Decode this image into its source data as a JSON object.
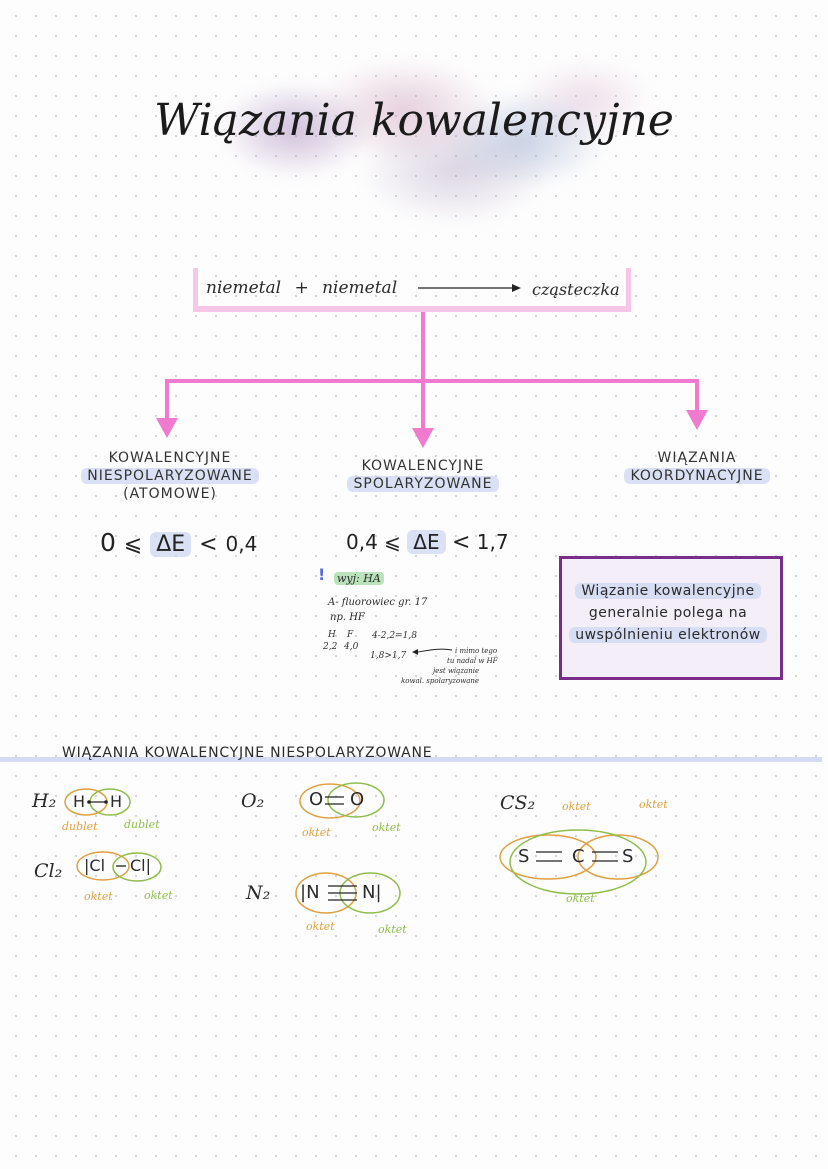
{
  "title": "Wiązania kowalencyjne",
  "header_bar": {
    "reactant1": "niemetal",
    "plus": "+",
    "reactant2": "niemetal",
    "product": "cząsteczka"
  },
  "branches": {
    "left": {
      "line1": "KOWALENCYJNE",
      "line2": "NIESPOLARYZOWANE",
      "line3": "(ATOMOWE)",
      "range_left": "0",
      "range_sym": "ΔE",
      "range_right": "0,4"
    },
    "middle": {
      "line1": "KOWALENCYJNE",
      "line2": "SPOLARYZOWANE",
      "range_left": "0,4",
      "range_sym": "ΔE",
      "range_right": "1,7"
    },
    "right": {
      "line1": "WIĄZANIA",
      "line2": "KOORDYNACYJNE"
    }
  },
  "exception_note": {
    "mark": "!",
    "label": "wyj: HA",
    "line1": "A- fluorowiec gr. 17",
    "line2": "np. HF",
    "h": "H",
    "f": "F",
    "h_val": "2,2",
    "f_val": "4,0",
    "calc1": "4-2,2=1,8",
    "calc2": "1,8>1,7",
    "side1": "i mimo tego",
    "side2": "tu nadal w HF",
    "side3": "jest wiązanie",
    "side4": "kowal. spolaryzowane"
  },
  "definition_box": {
    "line1": "Wiązanie kowalencyjne",
    "line2": "generalnie polega na",
    "line3": "uwspólnieniu elektronów"
  },
  "section_title": "WIĄZANIA KOWALENCYJNE NIESPOLARYZOWANE",
  "molecules": {
    "h2": {
      "formula": "H₂",
      "left": "H",
      "right": "H",
      "label_left": "dublet",
      "label_right": "dublet"
    },
    "cl2": {
      "formula": "Cl₂",
      "left": "|Cl",
      "right": "Cl|",
      "label_left": "oktet",
      "label_right": "oktet"
    },
    "o2": {
      "formula": "O₂",
      "left": "O",
      "right": "O",
      "label_left": "oktet",
      "label_right": "oktet"
    },
    "n2": {
      "formula": "N₂",
      "left": "|N",
      "right": "N|",
      "label_left": "oktet",
      "label_right": "oktet"
    },
    "cs2": {
      "formula": "CS₂",
      "left": "S",
      "center": "C",
      "right": "S",
      "label_top_left": "oktet",
      "label_top_right": "oktet",
      "label_bottom": "oktet"
    }
  },
  "colors": {
    "pink": "#f07ad0",
    "purple_box": "#7a2c8a",
    "orange": "#e0a040",
    "green": "#8fbd4a",
    "highlight": "#cdd7f0"
  }
}
